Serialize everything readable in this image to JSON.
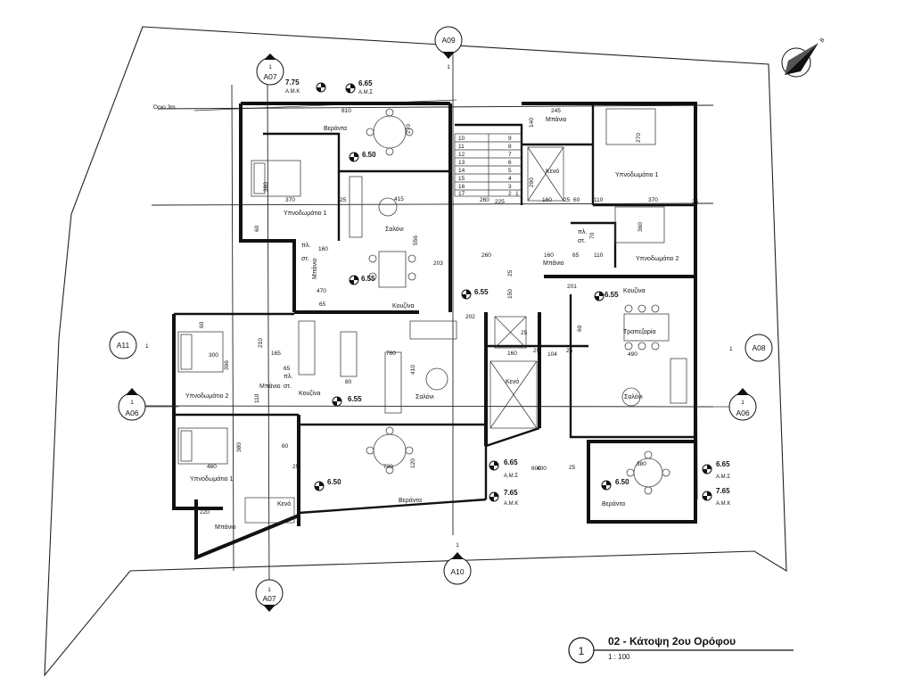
{
  "title": "02 - Κάτοψη 2ου Ορόφου",
  "scale": "1 : 100",
  "view_number": "1",
  "setback_label": "Όριο 3m",
  "section_markers": [
    {
      "id": "A09",
      "num": "1"
    },
    {
      "id": "A07",
      "num": "1"
    },
    {
      "id": "A07",
      "num": "1"
    },
    {
      "id": "A11",
      "num": "1"
    },
    {
      "id": "A08",
      "num": "1"
    },
    {
      "id": "A06",
      "num": "1"
    },
    {
      "id": "A06",
      "num": "1"
    },
    {
      "id": "A10",
      "num": "1"
    }
  ],
  "rooms": {
    "veranda_top": "Βεράντα",
    "bedroom1_w": "Υπνοδωμάτιο 1",
    "saloni_w": "Σαλόνι",
    "wc_w": "Μπάνιο",
    "pl1": "πλ.",
    "st1": "στ.",
    "kouzina_w": "Κουζίνα",
    "bedroom2_w": "Υπνοδωμάτιο 2",
    "wc_w2": "Μπάνιο",
    "pl2": "πλ.",
    "st2": "στ.",
    "kouzina_sw": "Κουζίνα",
    "saloni_sw": "Σαλόνι",
    "bedroom1_sw": "Υπνοδωμάτιο 1",
    "veranda_s": "Βεράντα",
    "wc_sw": "Μπάνιο",
    "void_sw": "Κενό",
    "wc_ne": "Μπάνιο",
    "void_n": "Κενό",
    "bedroom1_ne": "Υπνοδωμάτιο 1",
    "bedroom2_ne": "Υπνοδωμάτιο 2",
    "pl3": "πλ.",
    "st3": "στ.",
    "wc_e": "Μπάνιο",
    "kouzina_e": "Κουζίνα",
    "dining_e": "Τραπεζαρία",
    "saloni_e": "Σαλόνι",
    "void_c": "Κενό",
    "veranda_e": "Βεράντα"
  },
  "levels": [
    {
      "value": "7.75",
      "sub": "Α.Μ.Κ"
    },
    {
      "value": "6.65",
      "sub": "Α.Μ.Σ"
    },
    {
      "value": "6.50",
      "sub": ""
    },
    {
      "value": "6.55",
      "sub": ""
    },
    {
      "value": "6.55",
      "sub": ""
    },
    {
      "value": "6.55",
      "sub": ""
    },
    {
      "value": "6.55",
      "sub": ""
    },
    {
      "value": "6.50",
      "sub": ""
    },
    {
      "value": "6.65",
      "sub": "Α.Μ.Σ"
    },
    {
      "value": "7.65",
      "sub": "Α.Μ.Κ"
    },
    {
      "value": "6.50",
      "sub": ""
    },
    {
      "value": "6.65",
      "sub": "Α.Μ.Σ"
    },
    {
      "value": "7.65",
      "sub": "Α.Μ.Κ"
    }
  ],
  "dimensions": [
    "810",
    "270",
    "380",
    "370",
    "25",
    "415",
    "556",
    "60",
    "160",
    "470",
    "65",
    "203",
    "260",
    "260",
    "25",
    "150",
    "202",
    "60",
    "300",
    "396",
    "165",
    "210",
    "110",
    "65",
    "80",
    "760",
    "410",
    "380",
    "60",
    "460",
    "25",
    "730",
    "120",
    "220",
    "245",
    "140",
    "270",
    "290",
    "160",
    "110",
    "60",
    "25",
    "370",
    "360",
    "70",
    "65",
    "110",
    "160",
    "201",
    "25",
    "600",
    "60",
    "104",
    "490",
    "400",
    "160",
    "380",
    "25",
    "225",
    "25",
    "25",
    "25"
  ],
  "stair_numbers": [
    "10",
    "11",
    "12",
    "13",
    "14",
    "15",
    "16",
    "17",
    "9",
    "8",
    "7",
    "6",
    "5",
    "4",
    "3",
    "2",
    "1"
  ],
  "north": "B"
}
